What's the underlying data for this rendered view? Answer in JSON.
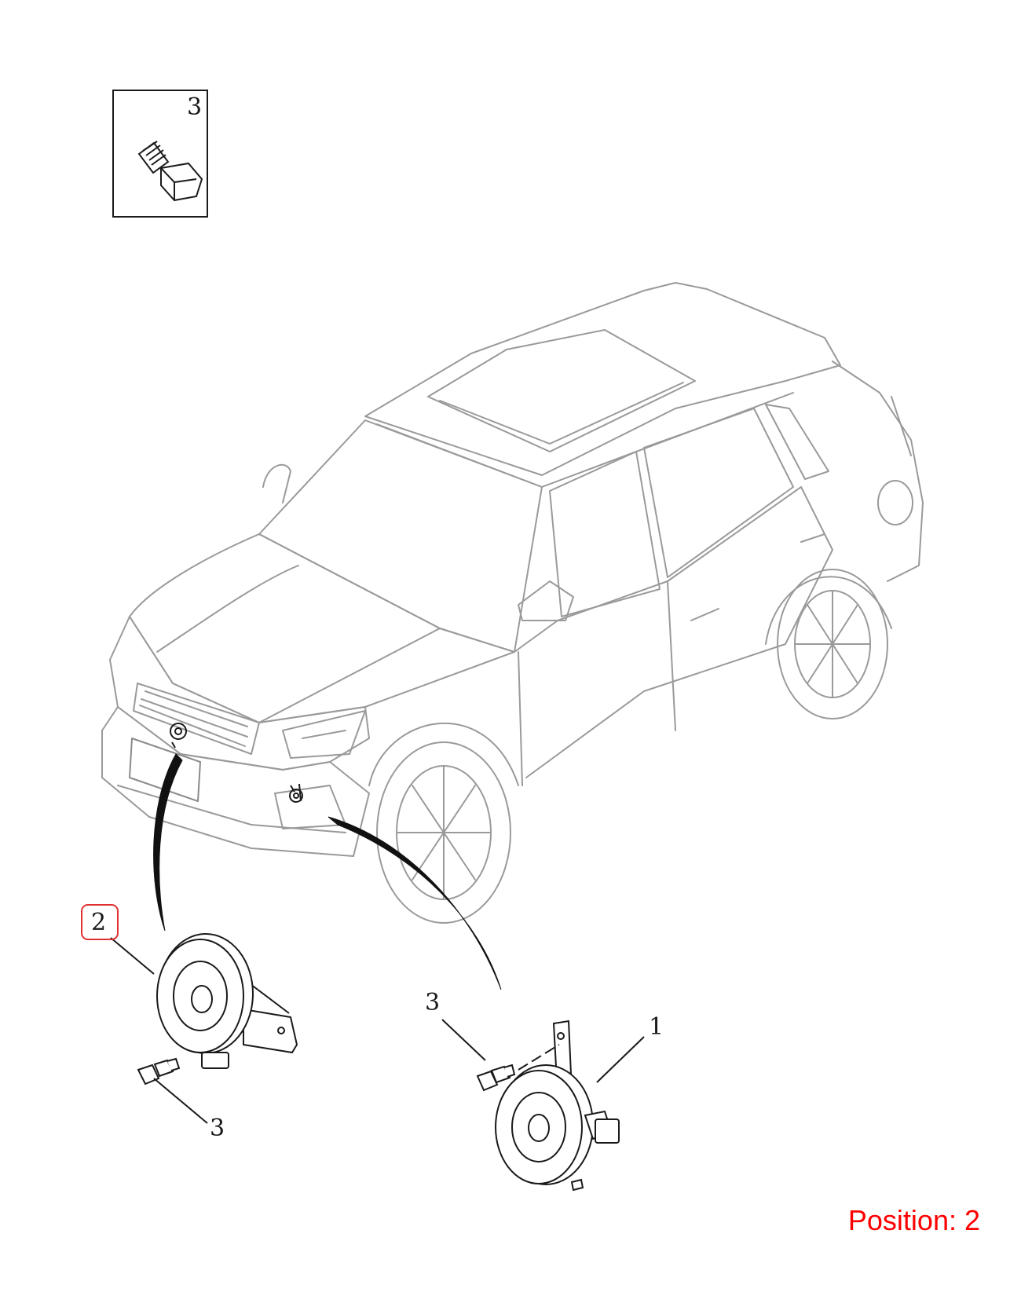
{
  "inset": {
    "callout": "3"
  },
  "callouts": {
    "horn_left": "2",
    "horn_right": "1",
    "bolt_right": "3",
    "bolt_left": "3"
  },
  "highlighted_position": "Position: 2",
  "colors": {
    "highlight": "#ff0000",
    "line": "#1a1a1a",
    "car_line": "#9a9a9a"
  }
}
